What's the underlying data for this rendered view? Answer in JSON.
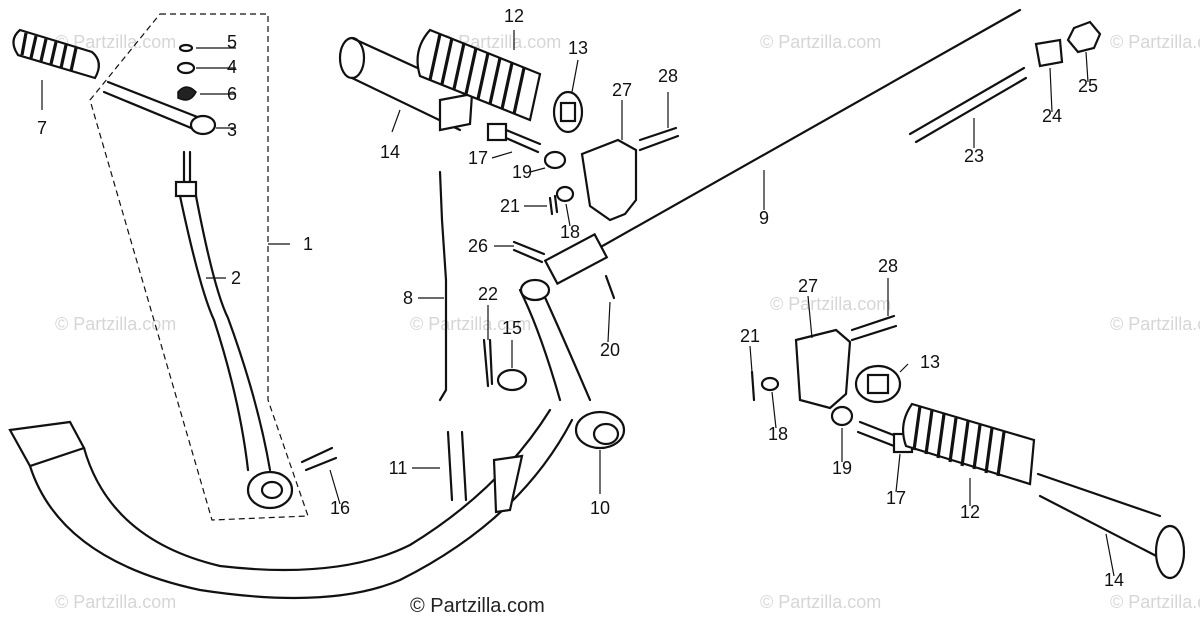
{
  "watermark": "© Partzilla.com",
  "copyright": "© Partzilla.com",
  "callouts": [
    "1",
    "2",
    "3",
    "4",
    "5",
    "6",
    "7",
    "8",
    "9",
    "10",
    "11",
    "12",
    "13",
    "14",
    "15",
    "16",
    "17",
    "18",
    "19",
    "20",
    "21",
    "22",
    "23",
    "24",
    "25",
    "26",
    "27",
    "28",
    "12",
    "13",
    "14",
    "17",
    "18",
    "19",
    "21",
    "27",
    "28"
  ]
}
